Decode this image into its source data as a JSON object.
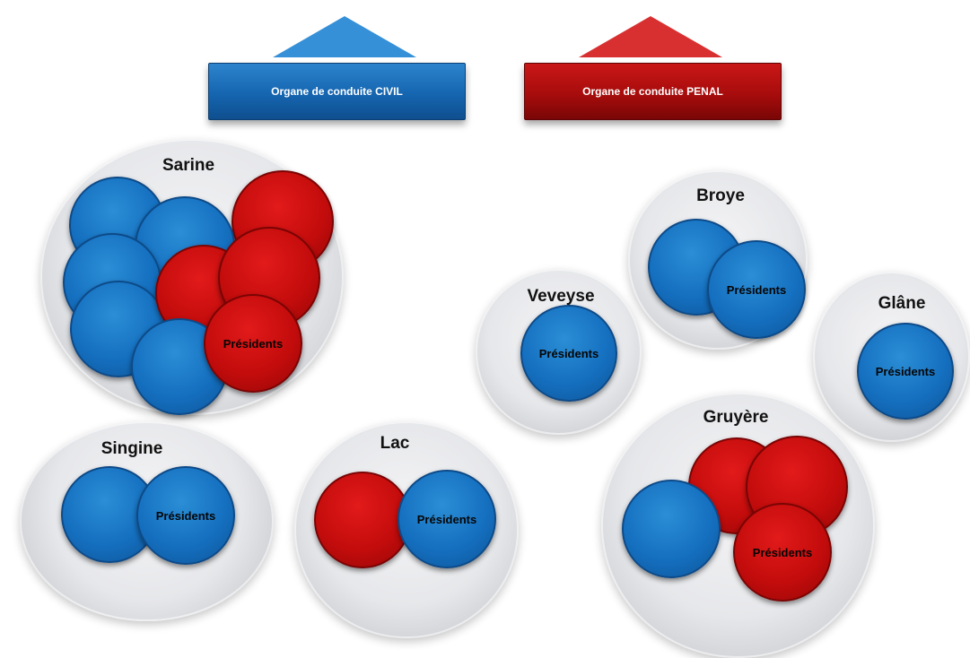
{
  "header": {
    "civil_label": "Organe de conduite CIVIL",
    "penal_label": "Organe de conduite PENAL"
  },
  "groups": {
    "sarine": "Sarine",
    "broye": "Broye",
    "veveyse": "Veveyse",
    "glane": "Glâne",
    "gruyere": "Gruyère",
    "singine": "Singine",
    "lac": "Lac"
  },
  "disc_label": "Présidents",
  "colors": {
    "civil": "#1565b0",
    "penal": "#c40c0c",
    "group_background": "#e6e7ea"
  }
}
